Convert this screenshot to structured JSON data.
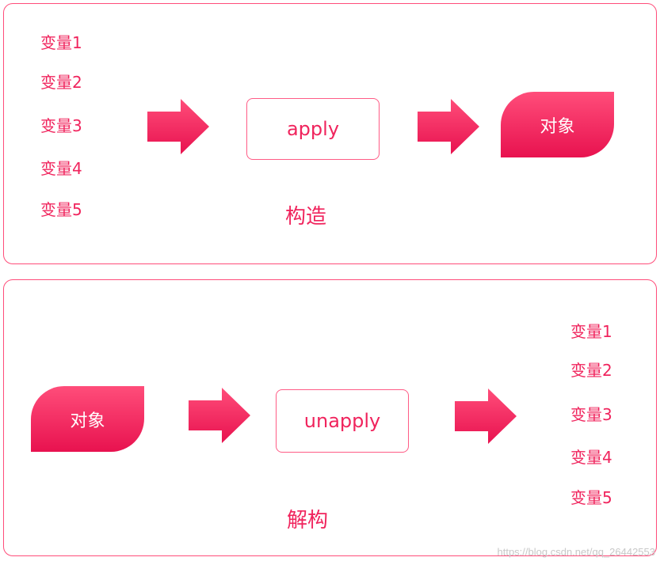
{
  "construct": {
    "variables": [
      "变量1",
      "变量2",
      "变量3",
      "变量4",
      "变量5"
    ],
    "function_label": "apply",
    "object_label": "对象",
    "caption": "构造"
  },
  "destruct": {
    "object_label": "对象",
    "function_label": "unapply",
    "variables": [
      "变量1",
      "变量2",
      "变量3",
      "变量4",
      "变量5"
    ],
    "caption": "解构"
  },
  "watermark": "https://blog.csdn.net/qq_26442553",
  "colors": {
    "accent": "#f0245d",
    "border": "#ff4d7a",
    "gradient_top": "#ff4d7a",
    "gradient_bottom": "#e8124f"
  },
  "icons": [
    "arrow-right-icon"
  ]
}
